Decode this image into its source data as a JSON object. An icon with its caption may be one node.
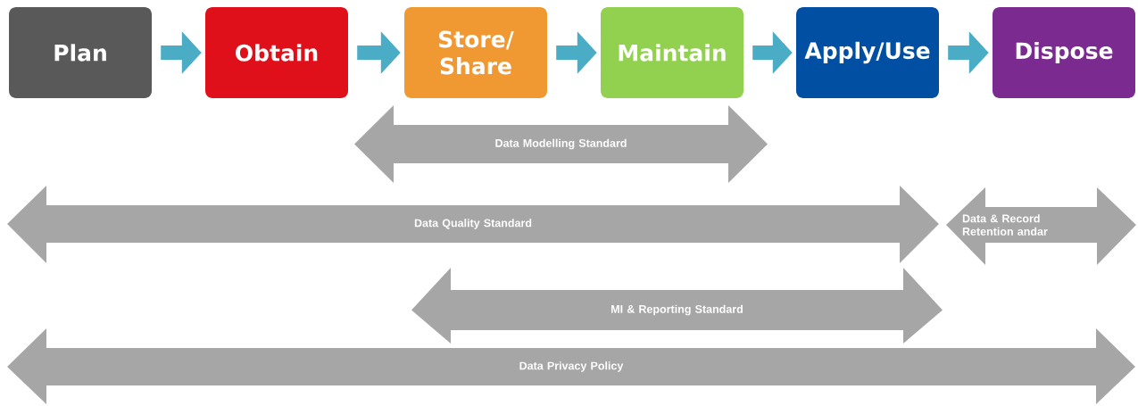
{
  "diagram": {
    "nodes": [
      {
        "text": [
          "Plan"
        ]
      },
      {
        "text": [
          "Obtain"
        ]
      },
      {
        "text": [
          "Store/ Share"
        ]
      },
      {
        "text": [
          "Maintain"
        ]
      },
      {
        "text": [
          "Apply/Use"
        ]
      },
      {
        "text": [
          "Dispose"
        ]
      },
      {
        "text": [
          "Data Modelling Standard"
        ]
      },
      {
        "text": [
          "Data Quality Standard"
        ]
      },
      {
        "text": [
          "Data & Record Retention andar"
        ]
      },
      {
        "text": [
          "MI & Reporting Standard"
        ]
      },
      {
        "text": [
          "Data Privacy Policy"
        ]
      }
    ],
    "edges": [
      {
        "from": 0,
        "to": 1,
        "arrow": "to"
      },
      {
        "from": 1,
        "to": 2,
        "arrow": "to"
      },
      {
        "from": 2,
        "to": 3,
        "arrow": "to"
      },
      {
        "from": 3,
        "to": 4,
        "arrow": "to"
      },
      {
        "from": 4,
        "to": 5,
        "arrow": "to"
      }
    ]
  }
}
